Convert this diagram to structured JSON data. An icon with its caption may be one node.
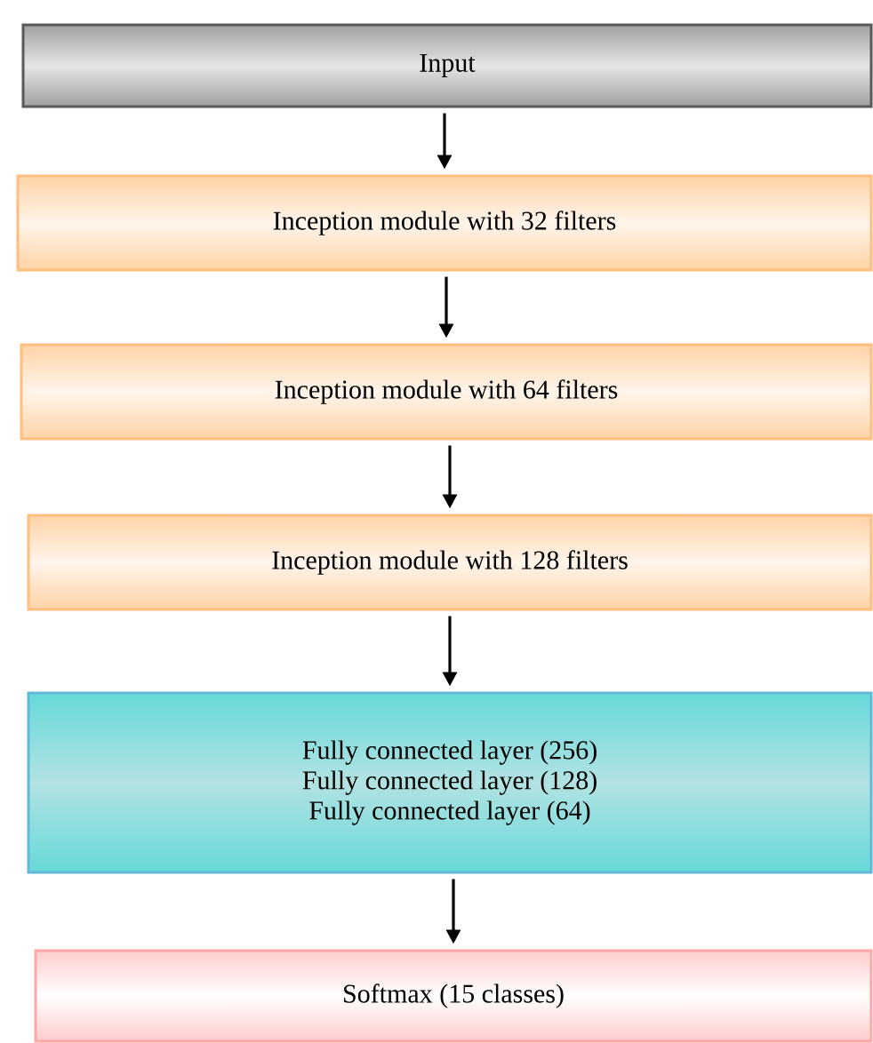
{
  "diagram": {
    "nodes": [
      {
        "text": [
          "Input"
        ]
      },
      {
        "text": [
          "Inception module with 32 filters"
        ]
      },
      {
        "text": [
          "Inception module with 64 filters"
        ]
      },
      {
        "text": [
          "Inception module with 128 filters"
        ]
      },
      {
        "text": [
          "Fully connected layer (256)",
          "Fully connected layer (128)",
          "Fully connected layer  (64)"
        ]
      },
      {
        "text": [
          "Softmax (15 classes)"
        ]
      }
    ],
    "edges": [
      {
        "from": 0,
        "to": 1,
        "arrow": "to"
      },
      {
        "from": 1,
        "to": 2,
        "arrow": "to"
      },
      {
        "from": 2,
        "to": 3,
        "arrow": "to"
      },
      {
        "from": 3,
        "to": 4,
        "arrow": "to"
      },
      {
        "from": 4,
        "to": 5,
        "arrow": "to"
      }
    ]
  }
}
